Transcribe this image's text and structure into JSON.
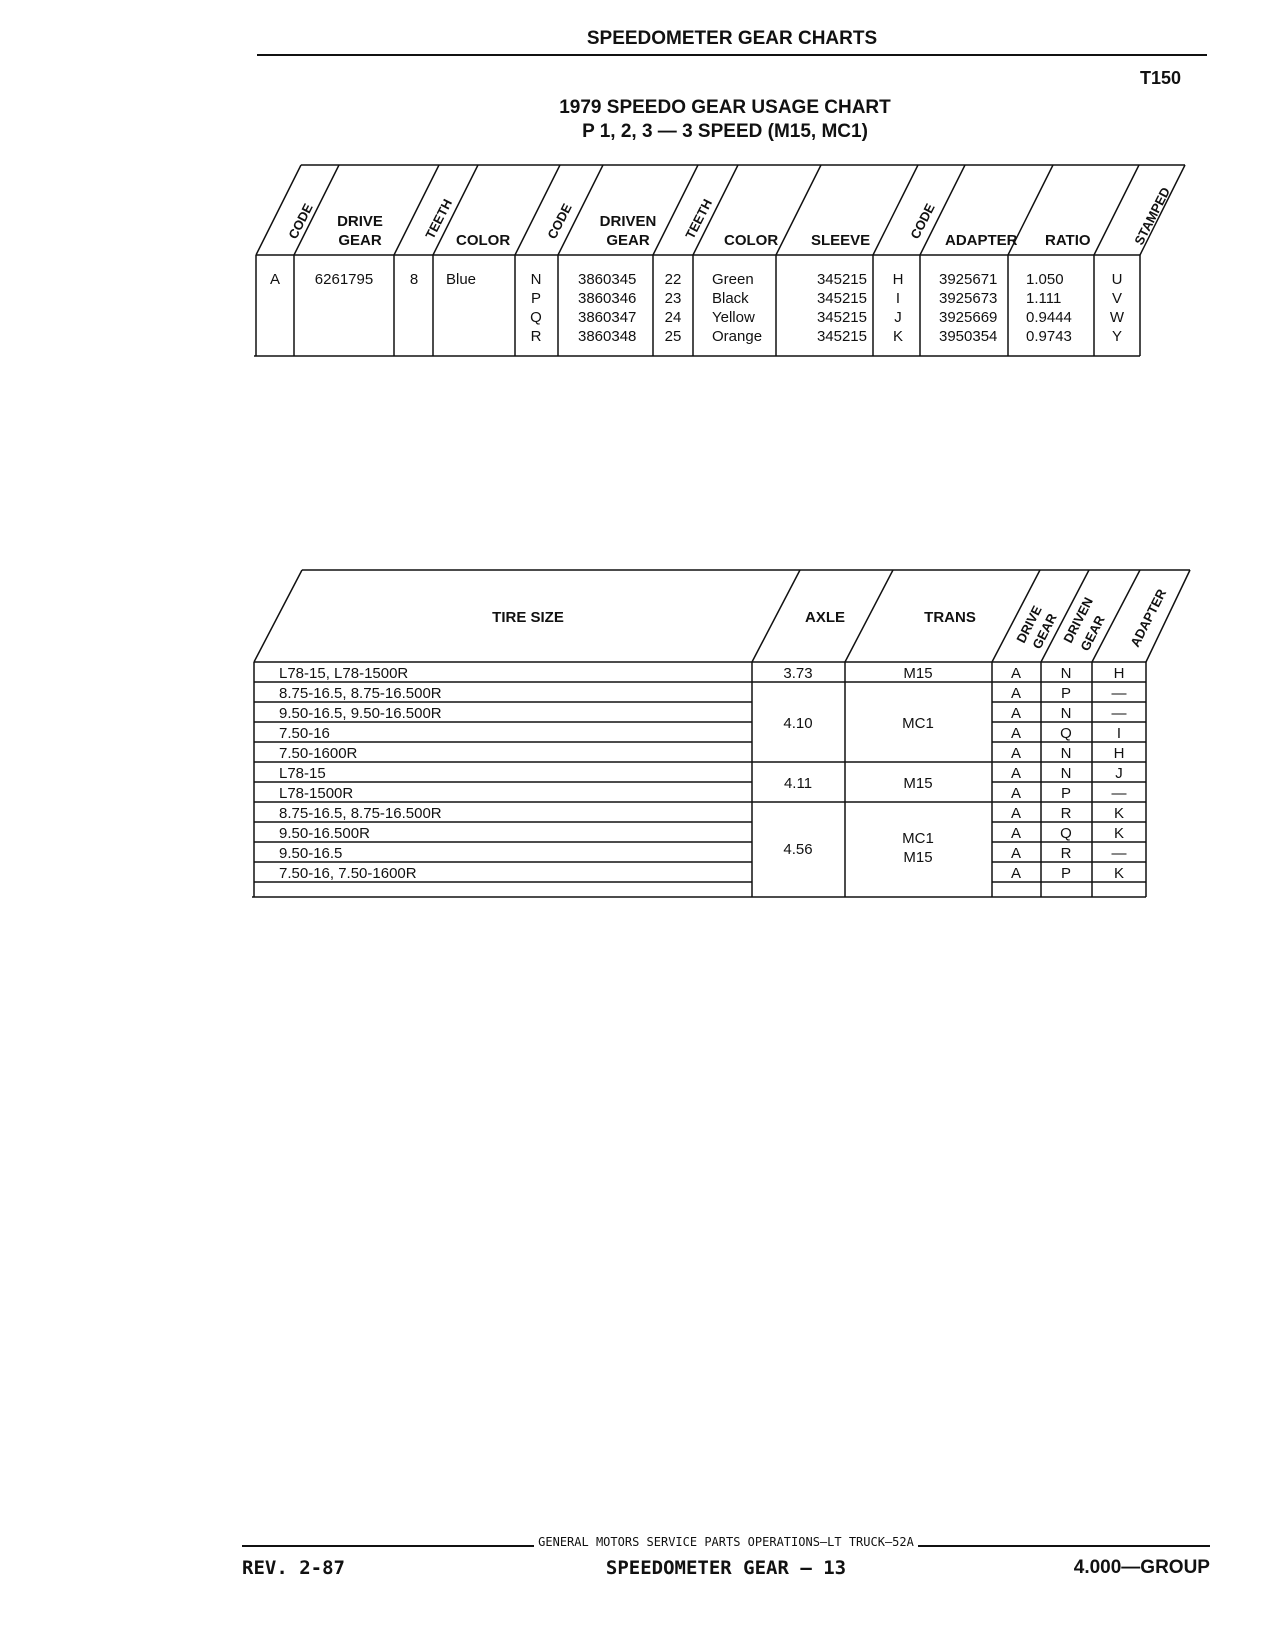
{
  "header": {
    "title": "SPEEDOMETER GEAR CHARTS",
    "code": "T150"
  },
  "chart": {
    "title": "1979 SPEEDO GEAR USAGE CHART",
    "subtitle": "P 1, 2, 3 — 3 SPEED (M15, MC1)"
  },
  "usage_table": {
    "headers": {
      "code1": "CODE",
      "drive_gear_1": "DRIVE",
      "drive_gear_2": "GEAR",
      "teeth1": "TEETH",
      "color1": "COLOR",
      "code2": "CODE",
      "driven_gear_1": "DRIVEN",
      "driven_gear_2": "GEAR",
      "teeth2": "TEETH",
      "color2": "COLOR",
      "sleeve": "SLEEVE",
      "code3": "CODE",
      "adapter": "ADAPTER",
      "ratio": "RATIO",
      "stamped": "STAMPED"
    },
    "drive": {
      "code": "A",
      "gear": "6261795",
      "teeth": "8",
      "color": "Blue"
    },
    "rows": [
      {
        "code": "N",
        "gear": "3860345",
        "teeth": "22",
        "color": "Green",
        "sleeve": "345215",
        "adapter_code": "H",
        "adapter": "3925671",
        "ratio": "1.050",
        "stamped": "U"
      },
      {
        "code": "P",
        "gear": "3860346",
        "teeth": "23",
        "color": "Black",
        "sleeve": "345215",
        "adapter_code": "I",
        "adapter": "3925673",
        "ratio": "1.111",
        "stamped": "V"
      },
      {
        "code": "Q",
        "gear": "3860347",
        "teeth": "24",
        "color": "Yellow",
        "sleeve": "345215",
        "adapter_code": "J",
        "adapter": "3925669",
        "ratio": "0.9444",
        "stamped": "W"
      },
      {
        "code": "R",
        "gear": "3860348",
        "teeth": "25",
        "color": "Orange",
        "sleeve": "345215",
        "adapter_code": "K",
        "adapter": "3950354",
        "ratio": "0.9743",
        "stamped": "Y"
      }
    ]
  },
  "tire_table": {
    "headers": {
      "tire_size": "TIRE SIZE",
      "axle": "AXLE",
      "trans": "TRANS",
      "drive_1": "DRIVE",
      "drive_2": "GEAR",
      "driven_1": "DRIVEN",
      "driven_2": "GEAR",
      "adapter": "ADAPTER"
    },
    "rows": [
      {
        "tire": "L78-15, L78-1500R",
        "drive": "A",
        "driven": "N",
        "adapter": "H"
      },
      {
        "tire": "8.75-16.5, 8.75-16.500R",
        "drive": "A",
        "driven": "P",
        "adapter": "—"
      },
      {
        "tire": "9.50-16.5, 9.50-16.500R",
        "drive": "A",
        "driven": "N",
        "adapter": "—"
      },
      {
        "tire": "7.50-16",
        "drive": "A",
        "driven": "Q",
        "adapter": "I"
      },
      {
        "tire": "7.50-1600R",
        "drive": "A",
        "driven": "N",
        "adapter": "H"
      },
      {
        "tire": "L78-15",
        "drive": "A",
        "driven": "N",
        "adapter": "J"
      },
      {
        "tire": "L78-1500R",
        "drive": "A",
        "driven": "P",
        "adapter": "—"
      },
      {
        "tire": "8.75-16.5, 8.75-16.500R",
        "drive": "A",
        "driven": "R",
        "adapter": "K"
      },
      {
        "tire": "9.50-16.500R",
        "drive": "A",
        "driven": "Q",
        "adapter": "K"
      },
      {
        "tire": "9.50-16.5",
        "drive": "A",
        "driven": "R",
        "adapter": "—"
      },
      {
        "tire": "7.50-16, 7.50-1600R",
        "drive": "A",
        "driven": "P",
        "adapter": "K"
      }
    ],
    "groups": [
      {
        "axle": "3.73",
        "trans_1": "M15",
        "trans_2": ""
      },
      {
        "axle": "4.10",
        "trans_1": "MC1",
        "trans_2": ""
      },
      {
        "axle": "4.11",
        "trans_1": "M15",
        "trans_2": ""
      },
      {
        "axle": "4.56",
        "trans_1": "MC1",
        "trans_2": "M15"
      }
    ]
  },
  "footer": {
    "org": "GENERAL MOTORS SERVICE PARTS OPERATIONS—LT TRUCK—52A",
    "rev": "REV. 2-87",
    "section": "SPEEDOMETER GEAR — 13",
    "group": "4.000—GROUP"
  }
}
